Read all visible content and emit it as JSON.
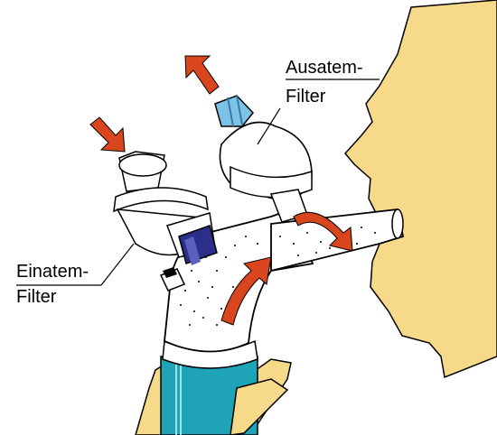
{
  "labels": {
    "ausatem_line1": "Ausatem-",
    "ausatem_line2": "Filter",
    "einatem_line1": "Einatem-",
    "einatem_line2": "Filter"
  },
  "colors": {
    "face": "#f7d98a",
    "flow_arrow": "#d9461e",
    "bottle": "#1fa3b6",
    "valve_dark": "#2b2f8a",
    "valve_light": "#7cc3e8",
    "outline": "#000000"
  }
}
